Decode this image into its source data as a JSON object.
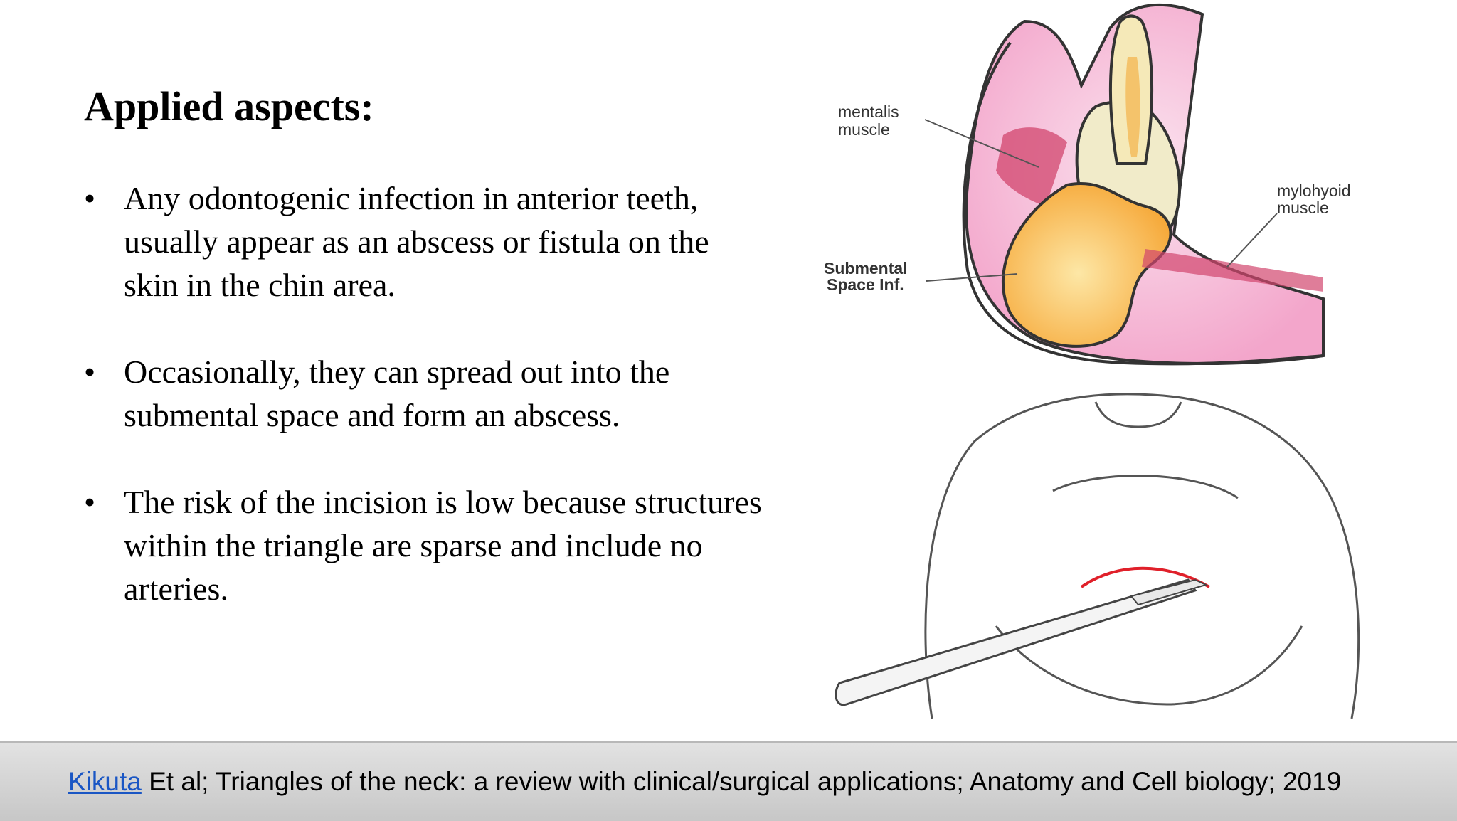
{
  "slide": {
    "title": "Applied aspects:",
    "bullet_symbol": "•",
    "bullets": [
      {
        "lines": [
          "Any odontogenic infection in anterior teeth,",
          "usually appear as an abscess or fistula on the",
          "skin in the chin area."
        ]
      },
      {
        "lines": [
          "Occasionally, they can spread out into the",
          "submental space and form an abscess."
        ]
      },
      {
        "lines": [
          "The risk of the incision is low because structures",
          "within the triangle are sparse and include no",
          "arteries."
        ]
      }
    ]
  },
  "figure": {
    "labels": {
      "mentalis_1": "mentalis",
      "mentalis_2": "muscle",
      "mylohyoid_1": "mylohyoid",
      "mylohyoid_2": "muscle",
      "submental_1": "Submental",
      "submental_2": "Space Inf."
    },
    "colors": {
      "tissue_pink": "#f6b8d8",
      "abscess_orange": "#f9b949",
      "muscle_red": "#d2466e",
      "incision_red": "#e0202a",
      "line_gray": "#555555"
    }
  },
  "footer": {
    "link_text": "Kikuta",
    "citation": " Et al; Triangles of the neck: a review with clinical/surgical applications; Anatomy and Cell biology; 2019"
  }
}
